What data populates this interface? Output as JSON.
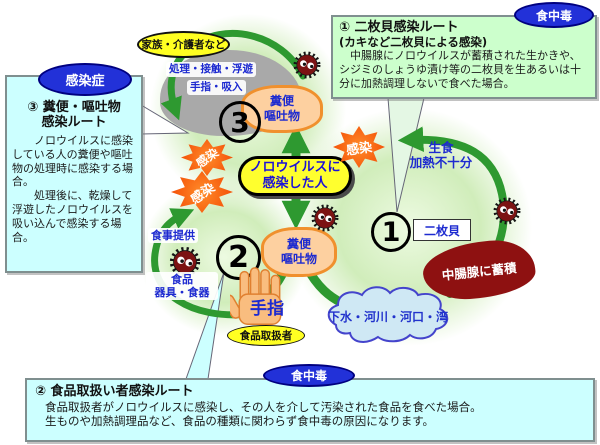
{
  "badges": {
    "infection_disease": "感染症",
    "food_poisoning_top": "食中毒",
    "food_poisoning_bottom": "食中毒"
  },
  "routes": {
    "route1": {
      "title": "① 二枚貝感染ルート",
      "subtitle": "(カキなど二枚貝による感染)",
      "body": "　中腸腺にノロウイルスが蓄積された生かきや、シジミのしょうゆ漬け等の二枚貝を生あるいは十分に加熱調理しないで食べた場合。"
    },
    "route2": {
      "title": "② 食品取扱い者感染ルート",
      "body_line1": "食品取扱者がノロウイルスに感染し、その人を介して汚染された食品を食べた場合。",
      "body_line2": "生ものや加熱調理品など、食品の種類に関わらず食中毒の原因になります。"
    },
    "route3": {
      "title_line1": "③ 糞便・嘔吐物",
      "title_line2": "感染ルート",
      "body_para1": "　ノロウイルスに感染している人の糞便や嘔吐物の処理時に感染する場合。",
      "body_para2": "　処理後に、乾燥して浮遊したノロウイルスを吸い込んで感染する場合。"
    }
  },
  "center": {
    "infected_person_line1": "ノロウイルスに",
    "infected_person_line2": "感染した人",
    "excreta_line1": "糞便",
    "excreta_line2": "嘔吐物"
  },
  "labels": {
    "family_caregivers": "家族・介護者など",
    "handling_contact_float": "処理・接触・浮遊",
    "hand_inhale": "手指・吸入",
    "infection": "感染",
    "meal_serving": "食事提供",
    "food": "食品",
    "utensils_tableware": "器具・食器",
    "hands": "手指",
    "food_handler": "食品取扱者",
    "raw_eating": "生食",
    "insufficient_heating": "加熱不十分",
    "bivalve": "二枚貝",
    "midgut_accumulation": "中腸腺に蓄積",
    "sewage_river_estuary_bay": "下水・河川・河口・湾"
  },
  "markers": {
    "n1": "1",
    "n2": "2",
    "n3": "3"
  },
  "colors": {
    "arrow_green": "#2e9930",
    "box_green_bg": "#ccffcc",
    "box_cyan_bg": "#ccffff",
    "badge_blue": "#2231d8",
    "starburst_orange": "#f5560a",
    "excreta_fill": "#fdd0a0",
    "excreta_border": "#f0902d",
    "pill_yellow": "#ffff2e",
    "label_blue": "#1d2ad0",
    "midgut_red": "#8e1111",
    "cloud_fill": "#cfe8f4",
    "gray_blob": "#a9a9a9",
    "virus_body": "#7c1313",
    "hand_skin": "#f9bd7f",
    "yellow_label": "#ffff22"
  }
}
